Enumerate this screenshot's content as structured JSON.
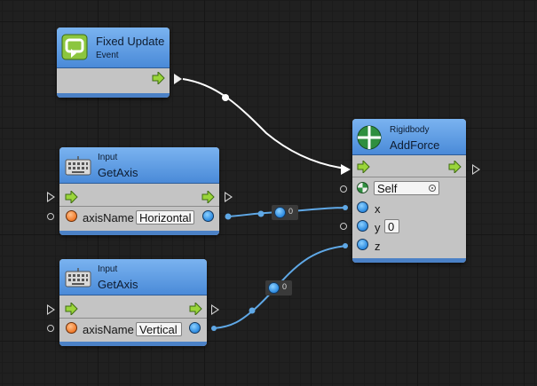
{
  "canvas": {
    "background": "#202020",
    "wire_flow_color": "#ffffff",
    "wire_data_color": "#5fa8e6",
    "header_color": "#5c9ae2",
    "node_body_color": "#c4c4c4"
  },
  "nodes": {
    "fixed_update": {
      "title": "Fixed Update",
      "subtitle": "Event",
      "icon": "loop-arrow-icon",
      "flow_out_icon": "green-arrow-icon"
    },
    "get_axis_horizontal": {
      "category": "Input",
      "title": "GetAxis",
      "icon": "keyboard-icon",
      "param_label": "axisName",
      "param_value": "Horizontal"
    },
    "get_axis_vertical": {
      "category": "Input",
      "title": "GetAxis",
      "icon": "keyboard-icon",
      "param_label": "axisName",
      "param_value": "Vertical"
    },
    "add_force": {
      "category": "Rigidbody",
      "title": "AddForce",
      "icon": "rigidbody-icon",
      "target_value": "Self",
      "inputs": [
        {
          "label": "x"
        },
        {
          "label": "y",
          "value": "0"
        },
        {
          "label": "z"
        }
      ]
    }
  },
  "relays": [
    {
      "value": "0"
    },
    {
      "value": "0"
    }
  ]
}
